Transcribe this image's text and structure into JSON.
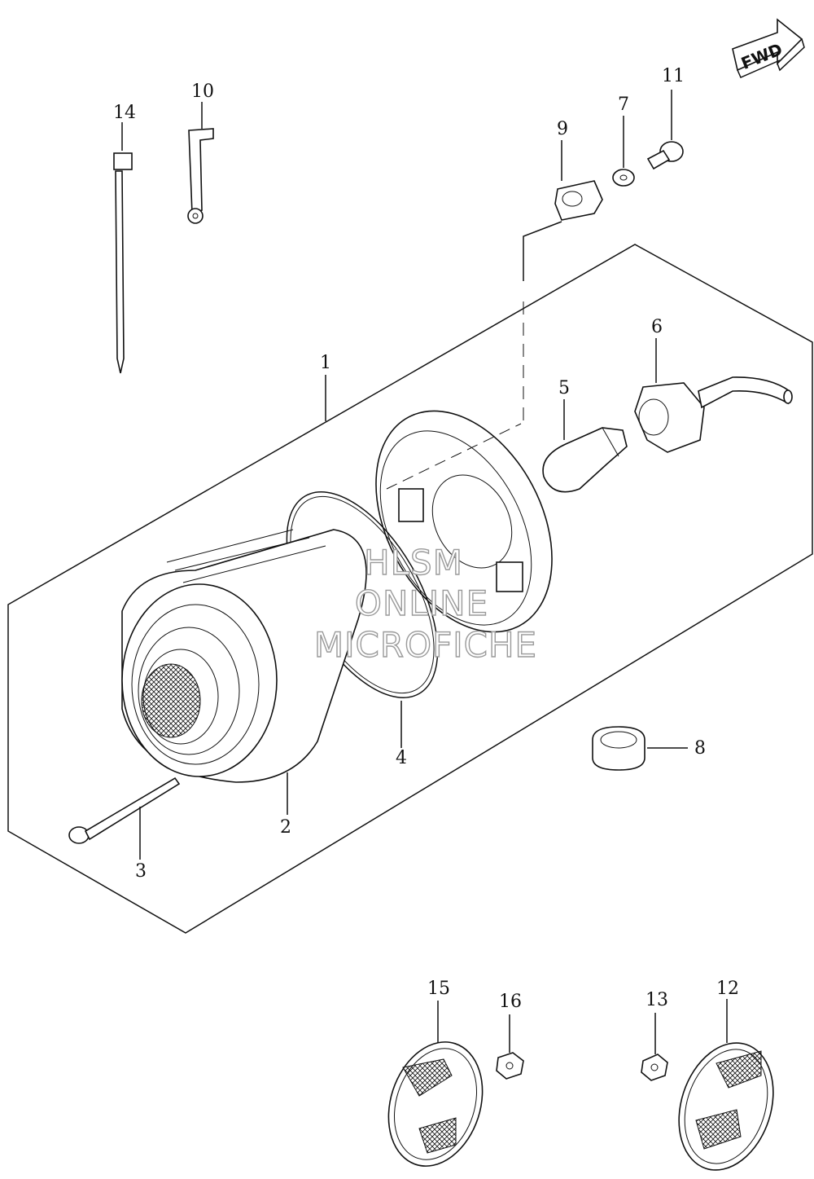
{
  "diagram": {
    "fwd_label": "FWD",
    "watermark": [
      "HLSM",
      "ONLINE",
      "MICROFICHE"
    ],
    "callouts": {
      "p1": "1",
      "p2": "2",
      "p3": "3",
      "p4": "4",
      "p5": "5",
      "p6": "6",
      "p7": "7",
      "p8": "8",
      "p9": "9",
      "p10": "10",
      "p11": "11",
      "p12": "12",
      "p13": "13",
      "p14": "14",
      "p15": "15",
      "p16": "16"
    }
  }
}
